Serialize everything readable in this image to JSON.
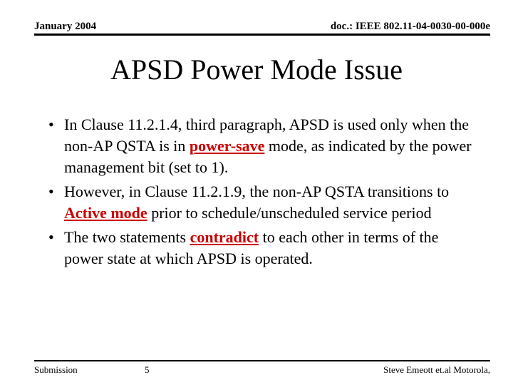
{
  "header": {
    "date": "January 2004",
    "doc_id": "doc.: IEEE 802.11-04-0030-00-000e"
  },
  "title": "APSD Power Mode Issue",
  "body": {
    "bullets": [
      {
        "before": "In Clause 11.2.1.4, third paragraph, APSD is used only when the non-AP QSTA is in ",
        "em": "power-save",
        "after": " mode, as indicated by the power management bit (set to 1)."
      },
      {
        "before": "However, in Clause 11.2.1.9, the non-AP QSTA transitions to ",
        "em": "Active mode",
        "after": " prior to schedule/unscheduled service period"
      },
      {
        "before": "The two statements ",
        "em": "contradict",
        "after": " to each other in terms of the power state at which APSD is operated."
      }
    ]
  },
  "footer": {
    "submission": "Submission",
    "page_number": "5",
    "authors": "Steve Emeott et.al  Motorola,"
  },
  "colors": {
    "background": "#FFFFFF",
    "text": "#000000",
    "emphasis": "#CC0000"
  }
}
